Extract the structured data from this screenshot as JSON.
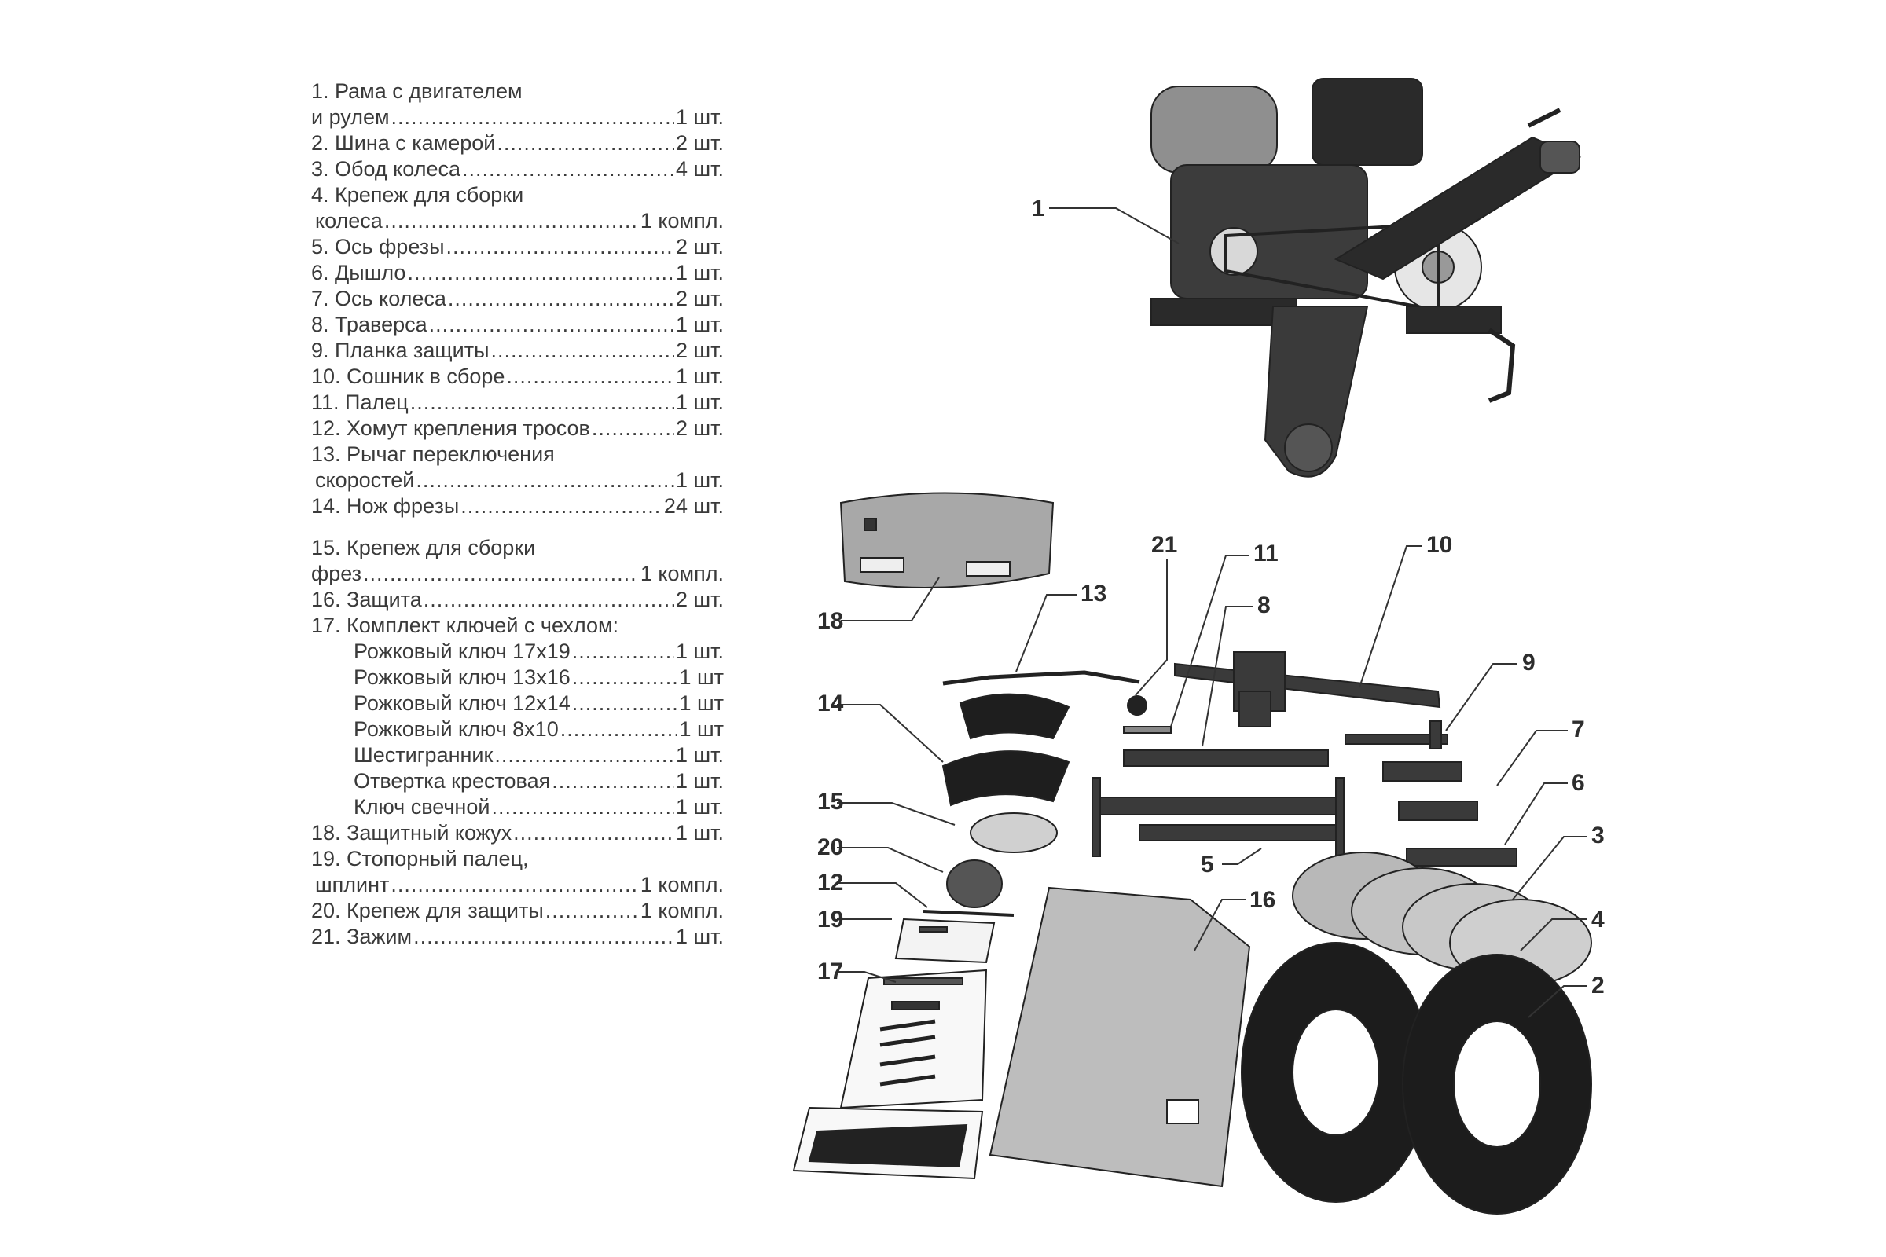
{
  "parts": [
    {
      "text": "1. Рама с двигателем",
      "qty": ""
    },
    {
      "text": "и рулем",
      "qty": "1 шт.",
      "cont": "0"
    },
    {
      "text": "2. Шина с камерой",
      "qty": "2 шт."
    },
    {
      "text": "3. Обод колеса",
      "qty": "4 шт."
    },
    {
      "text": "4. Крепеж для сборки",
      "qty": ""
    },
    {
      "text": "колеса",
      "qty": "1 компл.",
      "cont": "1"
    },
    {
      "text": "5. Ось фрезы",
      "qty": "2 шт."
    },
    {
      "text": "6. Дышло",
      "qty": "1 шт."
    },
    {
      "text": "7. Ось колеса",
      "qty": "2 шт."
    },
    {
      "text": "8. Траверса",
      "qty": "1 шт."
    },
    {
      "text": "9. Планка защиты",
      "qty": "2 шт."
    },
    {
      "text": "10. Сошник в сборе",
      "qty": "1 шт."
    },
    {
      "text": "11. Палец",
      "qty": "1 шт."
    },
    {
      "text": "12. Хомут крепления тросов",
      "qty": "2 шт."
    },
    {
      "text": "13. Рычаг переключения",
      "qty": ""
    },
    {
      "text": "скоростей",
      "qty": "1 шт.",
      "cont": "1"
    },
    {
      "text": "14. Нож фрезы",
      "qty": "24 шт."
    },
    {
      "gap": true
    },
    {
      "text": "15. Крепеж для сборки",
      "qty": ""
    },
    {
      "text": "фрез",
      "qty": "1 компл.",
      "cont": "0"
    },
    {
      "text": "16. Защита",
      "qty": "2 шт."
    },
    {
      "text": "17. Комплект ключей с чехлом:",
      "qty": ""
    },
    {
      "text": "Рожковый ключ 17х19",
      "qty": "1 шт.",
      "sub": true
    },
    {
      "text": "Рожковый ключ 13х16",
      "qty": "1 шт",
      "sub": true
    },
    {
      "text": "Рожковый ключ 12х14",
      "qty": "1 шт",
      "sub": true
    },
    {
      "text": "Рожковый ключ 8х10",
      "qty": "1 шт",
      "sub": true
    },
    {
      "text": "Шестигранник",
      "qty": "1 шт.",
      "sub": true
    },
    {
      "text": "Отвертка крестовая",
      "qty": "1 шт.",
      "sub": true
    },
    {
      "text": "Ключ свечной",
      "qty": "1 шт.",
      "sub": true
    },
    {
      "text": "18. Защитный кожух",
      "qty": "1 шт."
    },
    {
      "text": "19. Стопорный палец,",
      "qty": ""
    },
    {
      "text": "шплинт",
      "qty": "1 компл.",
      "cont": "1"
    },
    {
      "text": "20. Крепеж для защиты",
      "qty": "1 компл."
    },
    {
      "text": "21. Зажим",
      "qty": "1 шт."
    }
  ],
  "callouts": {
    "n1": "1",
    "n2": "2",
    "n3": "3",
    "n4": "4",
    "n5": "5",
    "n6": "6",
    "n7": "7",
    "n8": "8",
    "n9": "9",
    "n10": "10",
    "n11": "11",
    "n12": "12",
    "n13": "13",
    "n14": "14",
    "n15": "15",
    "n16": "16",
    "n17": "17",
    "n18": "18",
    "n19": "19",
    "n20": "20",
    "n21": "21"
  }
}
